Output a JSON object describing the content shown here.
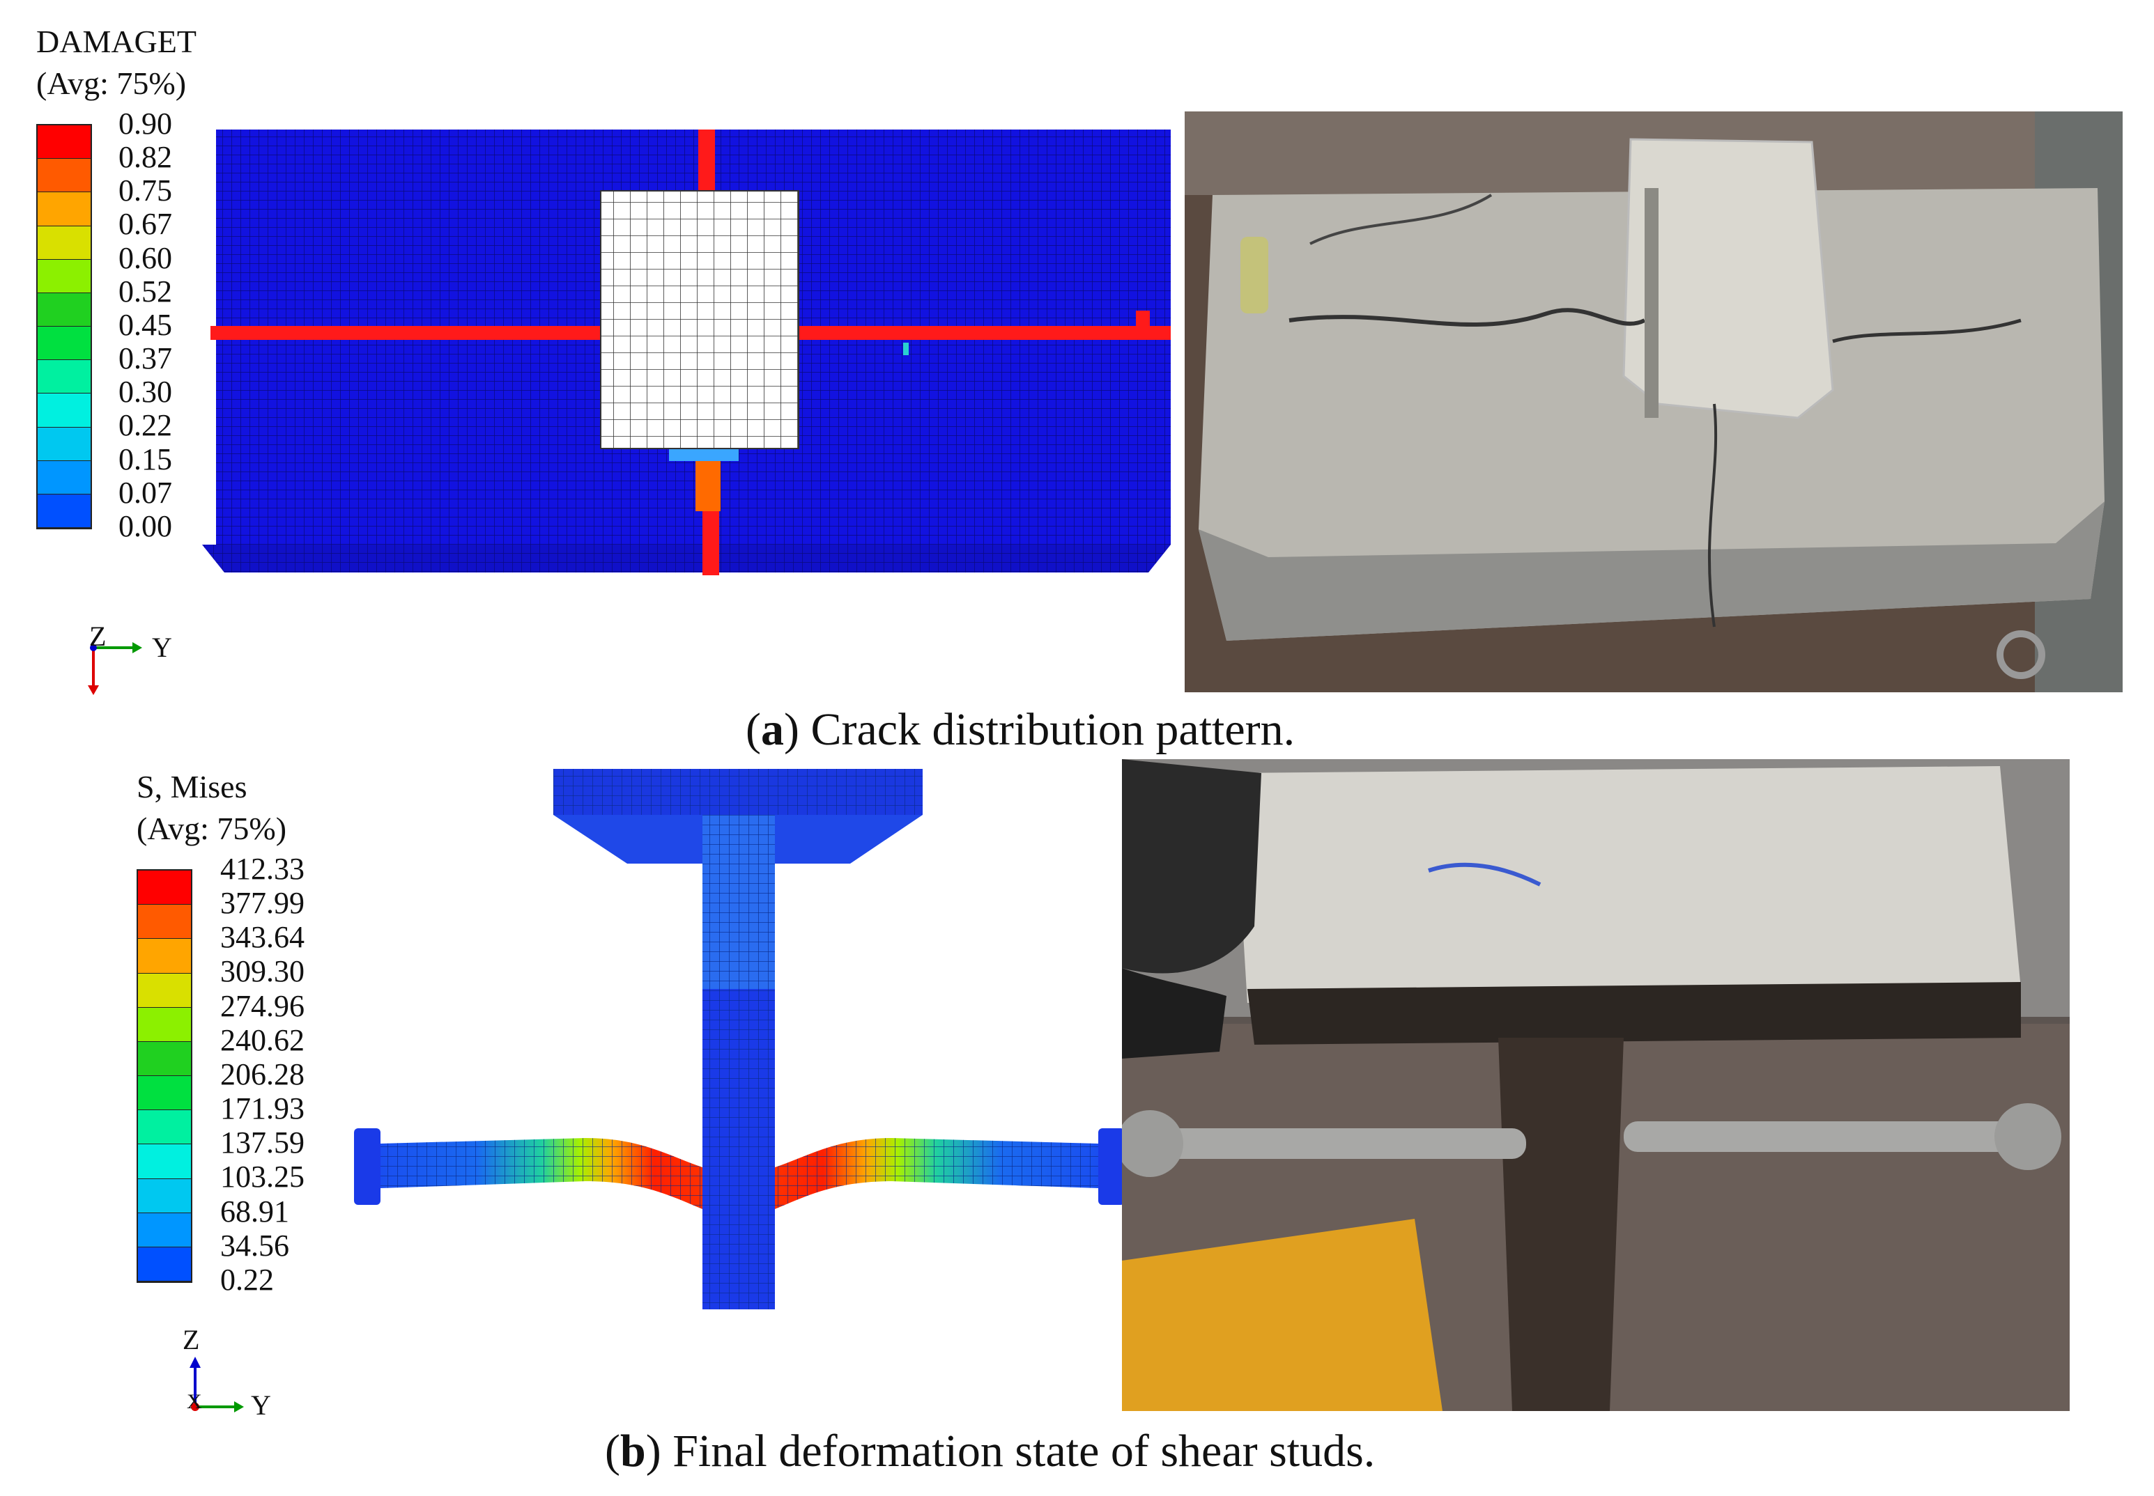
{
  "panel_a": {
    "legend_title": "DAMAGET",
    "legend_avg": "(Avg: 75%)",
    "scale_values": [
      "0.90",
      "0.82",
      "0.75",
      "0.67",
      "0.60",
      "0.52",
      "0.45",
      "0.37",
      "0.30",
      "0.22",
      "0.15",
      "0.07",
      "0.00"
    ],
    "scale_colors": [
      "#ff0000",
      "#ff5a00",
      "#ffa500",
      "#d9e000",
      "#8cf000",
      "#20d020",
      "#00e040",
      "#00f0a0",
      "#00f0e0",
      "#00c8f0",
      "#0096ff",
      "#0050ff",
      "#0000ff"
    ],
    "axis": {
      "z": "Z",
      "y": "Y"
    },
    "caption_letter": "a",
    "caption_text": " Crack distribution pattern."
  },
  "panel_b": {
    "legend_title": "S, Mises",
    "legend_avg": "(Avg: 75%)",
    "scale_values": [
      "412.33",
      "377.99",
      "343.64",
      "309.30",
      "274.96",
      "240.62",
      "206.28",
      "171.93",
      "137.59",
      "103.25",
      "68.91",
      "34.56",
      "0.22"
    ],
    "scale_colors": [
      "#ff0000",
      "#ff5a00",
      "#ffa500",
      "#d9e000",
      "#8cf000",
      "#20d020",
      "#00e040",
      "#00f0a0",
      "#00f0e0",
      "#00c8f0",
      "#0096ff",
      "#0050ff",
      "#0000ff"
    ],
    "axis": {
      "z": "Z",
      "y": "Y",
      "x": "X"
    },
    "caption_letter": "b",
    "caption_text": " Final deformation state of shear studs."
  }
}
